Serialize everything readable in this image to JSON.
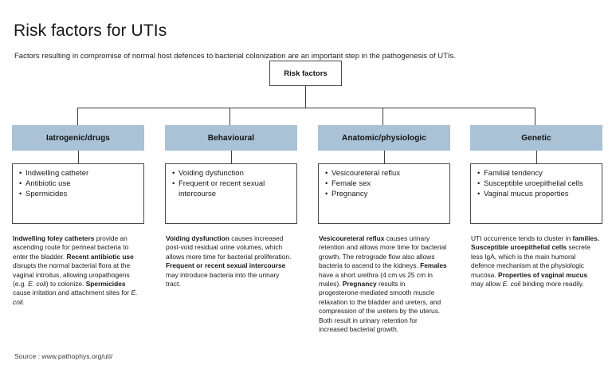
{
  "page": {
    "title": "Risk factors for UTIs",
    "subtitle": "Factors resulting in compromise of normal host defences to bacterial colonization are an important step in the pathogenesis of UTIs.",
    "source": "Source :  www.pathophys.org/uti/"
  },
  "theme": {
    "header_band_color": "#a9c2d6",
    "box_border_color": "#4a4a4a",
    "connector_color": "#3d3d3d",
    "background": "#ffffff",
    "text_color": "#1a1a1a"
  },
  "diagram": {
    "type": "tree",
    "root": {
      "label": "Risk factors"
    },
    "columns": [
      {
        "id": "iatrogenic-drugs",
        "header": "Iatrogenic/drugs",
        "bullets": [
          "Indwelling catheter",
          "Antibiotic use",
          "Spermicides"
        ],
        "note_runs": [
          {
            "text": "Indwelling foley catheters",
            "bold": true
          },
          {
            "text": " provide an ascending route for perineal bacteria to enter the bladder. ",
            "bold": false
          },
          {
            "text": "Recent antibiotic use",
            "bold": true
          },
          {
            "text": " disrupts the normal bacterial flora at the vaginal introitus, allowing uropathogens (e.g. ",
            "bold": false
          },
          {
            "text": "E. coli",
            "bold": false,
            "italic": true
          },
          {
            "text": ") to colonize. ",
            "bold": false
          },
          {
            "text": "Spermicides",
            "bold": true
          },
          {
            "text": " cause irritation and attachment sites for ",
            "bold": false
          },
          {
            "text": "E. coli",
            "bold": false,
            "italic": true
          },
          {
            "text": ".",
            "bold": false
          }
        ]
      },
      {
        "id": "behavioural",
        "header": "Behavioural",
        "bullets": [
          "Voiding dysfunction",
          "Frequent or recent sexual intercourse"
        ],
        "note_runs": [
          {
            "text": "Voiding dysfunction",
            "bold": true
          },
          {
            "text": " causes increased post-void residual urine volumes, which allows more time for bacterial proliferation. ",
            "bold": false
          },
          {
            "text": "Frequent or recent sexual intercourse",
            "bold": true
          },
          {
            "text": " may introduce bacteria into the urinary tract.",
            "bold": false
          }
        ]
      },
      {
        "id": "anatomic-physiologic",
        "header": "Anatomic/physiologic",
        "bullets": [
          "Vesicoureteral reflux",
          "Female sex",
          "Pregnancy"
        ],
        "note_runs": [
          {
            "text": "Vesicoureteral reflux",
            "bold": true
          },
          {
            "text": " causes urinary retention and allows more time for bacterial growth. The retrograde flow also allows bacteria to ascend to the kidneys. ",
            "bold": false
          },
          {
            "text": "Females",
            "bold": true
          },
          {
            "text": " have a short urethra (4 cm vs 25 cm in males). ",
            "bold": false
          },
          {
            "text": "Pregnancy",
            "bold": true
          },
          {
            "text": " results in progesterone-mediated smooth muscle relaxation to the bladder and ureters, and compression of the ureters by the uterus. Both result in urinary retention for increased bacterial growth.",
            "bold": false
          }
        ]
      },
      {
        "id": "genetic",
        "header": "Genetic",
        "bullets": [
          "Familial tendency",
          "Susceptible uroepithelial cells",
          "Vaginal mucus properties"
        ],
        "note_runs": [
          {
            "text": "UTI occurrence tends to cluster in ",
            "bold": false
          },
          {
            "text": "families. Susceptible uroepithelial cells",
            "bold": true
          },
          {
            "text": " secrete less IgA, which is the main humoral defence mechanism at the physiologic mucosa. ",
            "bold": false
          },
          {
            "text": "Properties of vaginal mucus",
            "bold": true
          },
          {
            "text": " may allow ",
            "bold": false
          },
          {
            "text": "E. coli",
            "bold": false,
            "italic": true
          },
          {
            "text": " binding more readily.",
            "bold": false
          }
        ]
      }
    ]
  }
}
